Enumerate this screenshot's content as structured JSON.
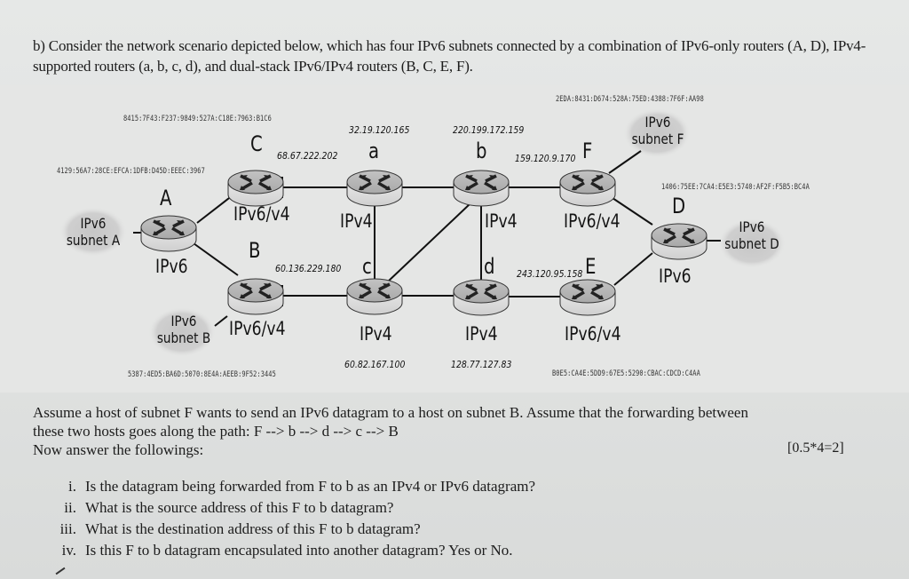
{
  "intro": {
    "text": "b) Consider the network scenario depicted below, which has four IPv6 subnets connected by a combination of IPv6-only routers (A, D), IPv4-supported routers (a, b, c, d), and dual-stack IPv6/IPv4 routers (B, C, E, F)."
  },
  "diagram": {
    "routers": [
      {
        "id": "A",
        "name": "A",
        "type": "IPv6"
      },
      {
        "id": "B",
        "name": "B",
        "type": "IPv6/v4"
      },
      {
        "id": "C",
        "name": "C",
        "type": "IPv6/v4"
      },
      {
        "id": "a",
        "name": "a",
        "type": "IPv4"
      },
      {
        "id": "b",
        "name": "b",
        "type": "IPv4"
      },
      {
        "id": "c",
        "name": "c",
        "type": "IPv4"
      },
      {
        "id": "d",
        "name": "d",
        "type": "IPv4"
      },
      {
        "id": "E",
        "name": "E",
        "type": "IPv6/v4"
      },
      {
        "id": "F",
        "name": "F",
        "type": "IPv6/v4"
      },
      {
        "id": "D",
        "name": "D",
        "type": "IPv6"
      }
    ],
    "subnets": {
      "A": {
        "line1": "IPv6",
        "line2": "subnet A"
      },
      "B": {
        "line1": "IPv6",
        "line2": "subnet B"
      },
      "F": {
        "line1": "IPv6",
        "line2": "subnet F"
      },
      "D": {
        "line1": "IPv6",
        "line2": "subnet D"
      }
    },
    "ipv6_addresses": {
      "C": "8415:7F43:F237:9849:527A:C18E:7963:B1C6",
      "A": "4129:56A7:28CE:EFCA:1DFB:D45D:EEEC:3967",
      "B": "5387:4ED5:BA6D:5070:8E4A:AEEB:9F52:3445",
      "F": "2EDA:8431:D674:528A:75ED:4388:7F6F:AA98",
      "D": "1406:75EE:7CA4:E5E3:5740:AF2F:F5B5:BC4A",
      "E": "B0E5:CA4E:5DD9:67E5:5290:CBAC:CDCD:C4AA"
    },
    "ipv4_addresses": {
      "C": "68.67.222.202",
      "a": "32.19.120.165",
      "b": "220.199.172.159",
      "F": "159.120.9.170",
      "B": "60.136.229.180",
      "E": "243.120.95.158",
      "c": "60.82.167.100",
      "d": "128.77.127.83"
    }
  },
  "question": {
    "intro_line1": "Assume a host of subnet F wants to send an IPv6 datagram to a host on subnet B. Assume that the forwarding between",
    "intro_line2": "these two hosts goes along the path: F --> b --> d --> c --> B",
    "intro_line3": "Now answer the followings:",
    "marks": "[0.5*4=2]",
    "items": [
      {
        "num": "i.",
        "text": "Is the datagram being forwarded from F to b as an IPv4 or IPv6 datagram?"
      },
      {
        "num": "ii.",
        "text": "What is the source address of this F to b datagram?"
      },
      {
        "num": "iii.",
        "text": "What is the destination address of this F to b datagram?"
      },
      {
        "num": "iv.",
        "text": "Is this F to b datagram encapsulated into another datagram? Yes or No."
      }
    ]
  }
}
